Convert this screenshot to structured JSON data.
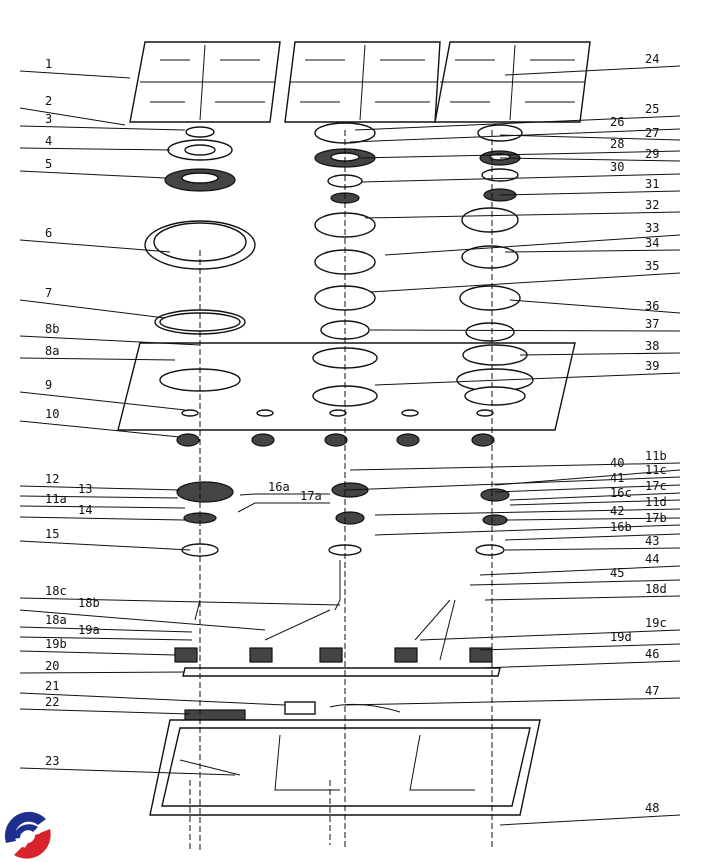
{
  "diagram": {
    "left_labels": [
      "1",
      "2",
      "3",
      "4",
      "5",
      "6",
      "7",
      "8b",
      "8a",
      "9",
      "10",
      "12",
      "13",
      "11a",
      "14",
      "15",
      "18c",
      "18b",
      "18a",
      "19a",
      "19b",
      "20",
      "21",
      "22",
      "23"
    ],
    "middle_labels": [
      "16a",
      "17a"
    ],
    "right_labels": [
      "24",
      "25",
      "26",
      "27",
      "28",
      "29",
      "30",
      "31",
      "32",
      "33",
      "34",
      "35",
      "36",
      "37",
      "38",
      "39",
      "11b",
      "40",
      "11c",
      "41",
      "17c",
      "16c",
      "11d",
      "42",
      "17b",
      "16b",
      "43",
      "44",
      "45",
      "18d",
      "19c",
      "19d",
      "46",
      "47",
      "48"
    ]
  },
  "colors": {
    "logo_blue": "#1f2f8f",
    "logo_red": "#d8232a",
    "line": "#111111"
  }
}
